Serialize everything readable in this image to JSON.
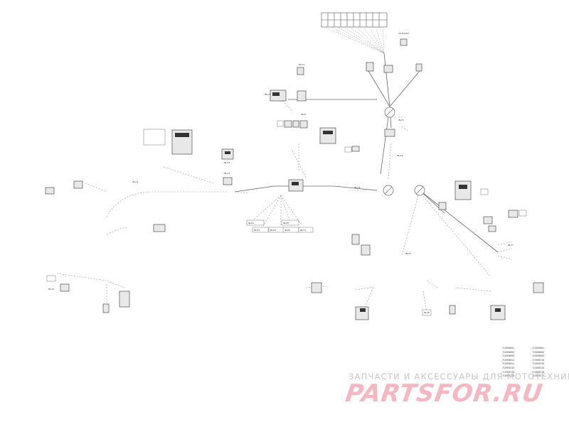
{
  "diagram": {
    "callouts": {
      "c1": "IN-C1",
      "c2": "16-8/9/18",
      "c3": "IN-C1",
      "c4": "IN-F1",
      "c5": "IN-F2",
      "c6": "IN-C4",
      "c7": "IN-C4",
      "c8": "IN-A3",
      "c9": "IN-C3",
      "c10": "IN-C3",
      "c11": "IN-E1",
      "c12": "IN-E3",
      "c13": "IN-E4",
      "c14": "IN-E5",
      "c15": "IN-E6",
      "c16": "IN-F4",
      "c17": "IN-F5",
      "c18": "IN-F6",
      "c19": "IN-F7",
      "c20": "IN-G1"
    },
    "part_numbers_left": [
      "715006001",
      "715006002",
      "715006003",
      "715006011",
      "715006014",
      "715006726",
      "715006728",
      "715006729"
    ],
    "part_numbers_right": [
      "715006001",
      "715006002",
      "715006003",
      "715006726",
      "715006728",
      "715006728",
      "715006729",
      "715006729"
    ]
  },
  "watermark": {
    "caption": "ЗАПЧАСТИ И АКСЕССУАРЫ ДЛЯ МОТОТЕХНИКИ",
    "logo": "PARTSFOR.RU"
  }
}
